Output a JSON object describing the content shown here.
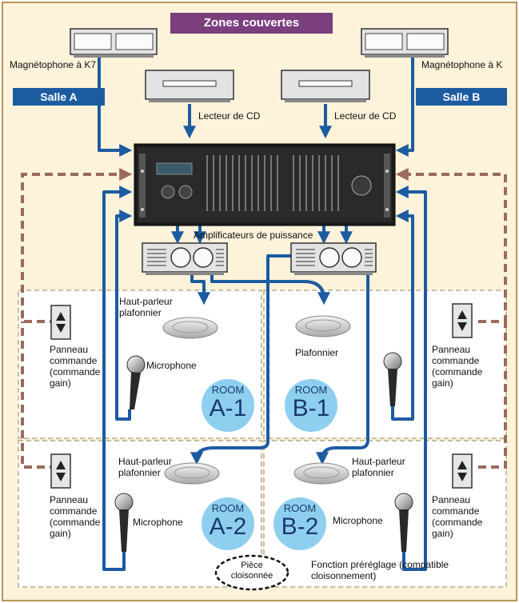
{
  "title": "Zones couvertes",
  "salle_a": "Salle A",
  "salle_b": "Salle B",
  "labels": {
    "tape_left": "Magnétophone à K7",
    "tape_right": "Magnétophone à K",
    "cd_left": "Lecteur de CD",
    "cd_right": "Lecteur de CD",
    "amps": "Amplificateurs de puissance",
    "ceiling_speaker": "Haut-parleur plafonnier",
    "plafonnier": "Plafonnier",
    "microphone": "Microphone",
    "panel": "Panneau commande (commande gain)",
    "piece": "Pièce cloisonnée",
    "preset": "Fonction préréglage (compatible cloisonnement)"
  },
  "rooms": [
    {
      "prefix": "ROOM",
      "id": "A-1"
    },
    {
      "prefix": "ROOM",
      "id": "B-1"
    },
    {
      "prefix": "ROOM",
      "id": "A-2"
    },
    {
      "prefix": "ROOM",
      "id": "B-2"
    }
  ],
  "colors": {
    "background": "#fdf2da",
    "signal": "#1d5ba1",
    "control": "#9a6a5c",
    "title_bg": "#7b3f7e",
    "room_bubble": "#8ecff0"
  }
}
